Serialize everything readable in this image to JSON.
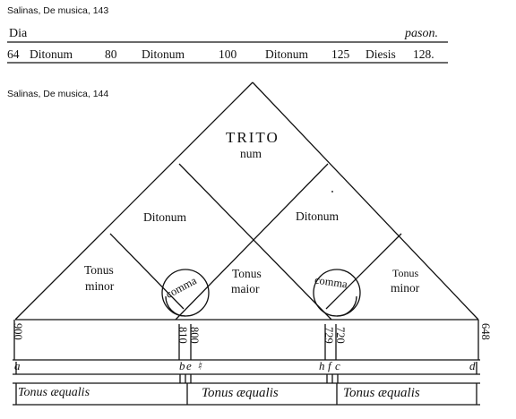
{
  "caption1": "Salinas, De musica, 143",
  "caption2": "Salinas, De musica, 144",
  "table143": {
    "row1_left": "Dia",
    "row1_right": "pason.",
    "row2": [
      "64",
      "Ditonum",
      "80",
      "Ditonum",
      "100",
      "Ditonum",
      "125",
      "Diesis",
      "128."
    ]
  },
  "diagram144": {
    "tritonum": [
      "TRITO",
      "num"
    ],
    "ditonum_left": "Ditonum",
    "ditonum_right": "Ditonum",
    "tonus_minor_left": [
      "Tonus",
      "minor"
    ],
    "tonus_maior": [
      "Tonus",
      "maior"
    ],
    "tonus_minor_right": [
      "Tonus",
      "minor"
    ],
    "comma": "comma",
    "numbers": [
      "900",
      "810",
      "800",
      "729",
      "720",
      "648"
    ],
    "letters": [
      "a",
      "b",
      "e",
      "♮",
      "h",
      "f",
      "c",
      "d"
    ],
    "aequalis": [
      "Tonus æqualis",
      "Tonus æqualis",
      "Tonus æqualis"
    ]
  }
}
